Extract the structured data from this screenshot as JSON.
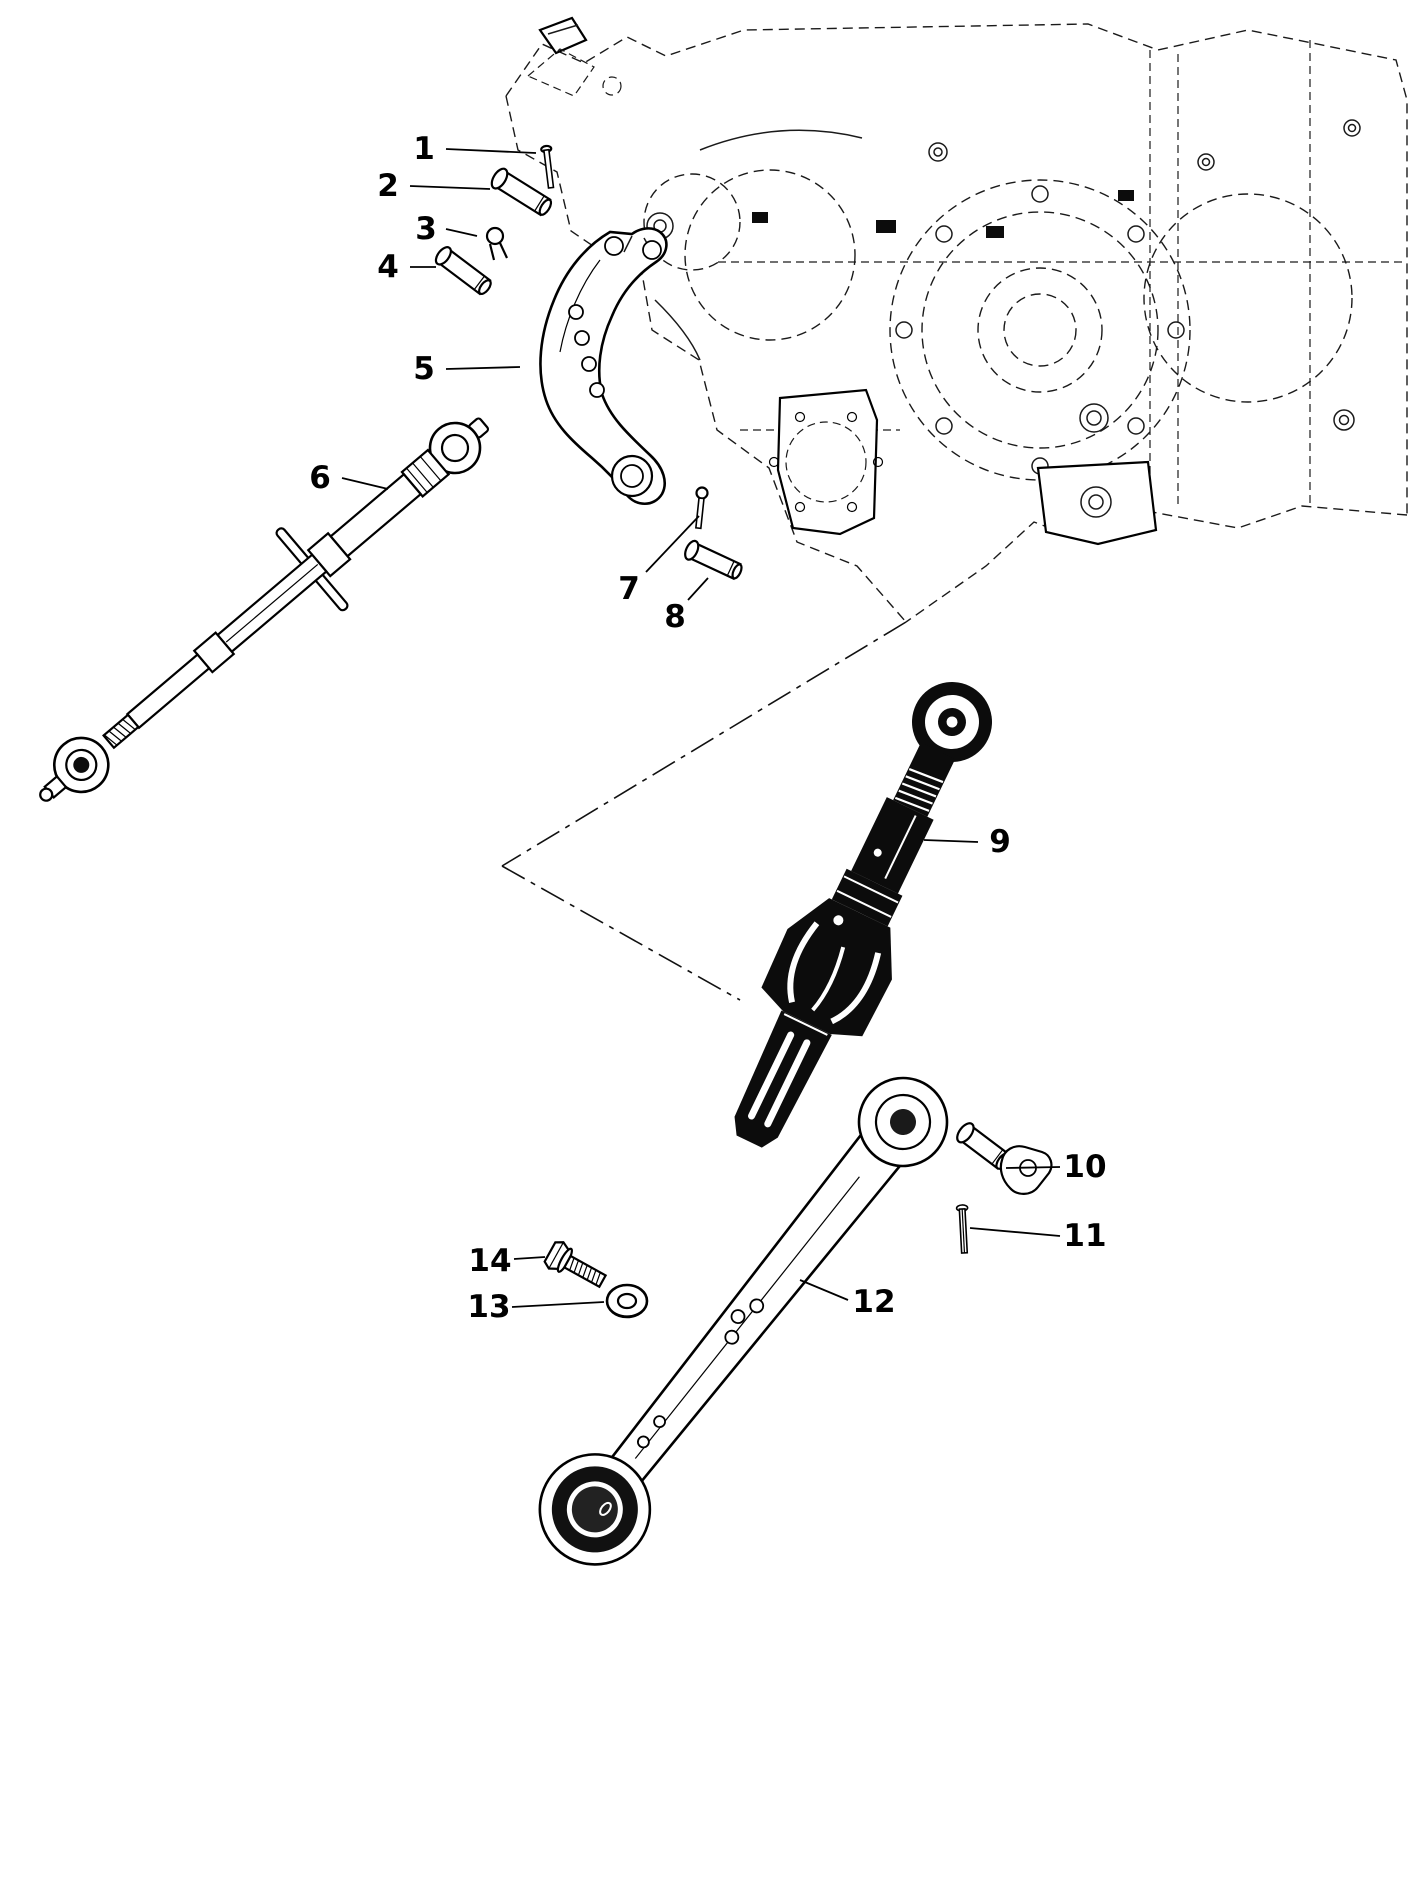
{
  "diagram": {
    "type": "exploded-parts-diagram",
    "colors": {
      "background": "#ffffff",
      "line": "#000000"
    },
    "callouts": [
      {
        "id": "1",
        "label": "1"
      },
      {
        "id": "2",
        "label": "2"
      },
      {
        "id": "3",
        "label": "3"
      },
      {
        "id": "4",
        "label": "4"
      },
      {
        "id": "5",
        "label": "5"
      },
      {
        "id": "6",
        "label": "6"
      },
      {
        "id": "7",
        "label": "7"
      },
      {
        "id": "8",
        "label": "8"
      },
      {
        "id": "9",
        "label": "9"
      },
      {
        "id": "10",
        "label": "10"
      },
      {
        "id": "11",
        "label": "11"
      },
      {
        "id": "12",
        "label": "12"
      },
      {
        "id": "13",
        "label": "13"
      },
      {
        "id": "14",
        "label": "14"
      }
    ]
  }
}
